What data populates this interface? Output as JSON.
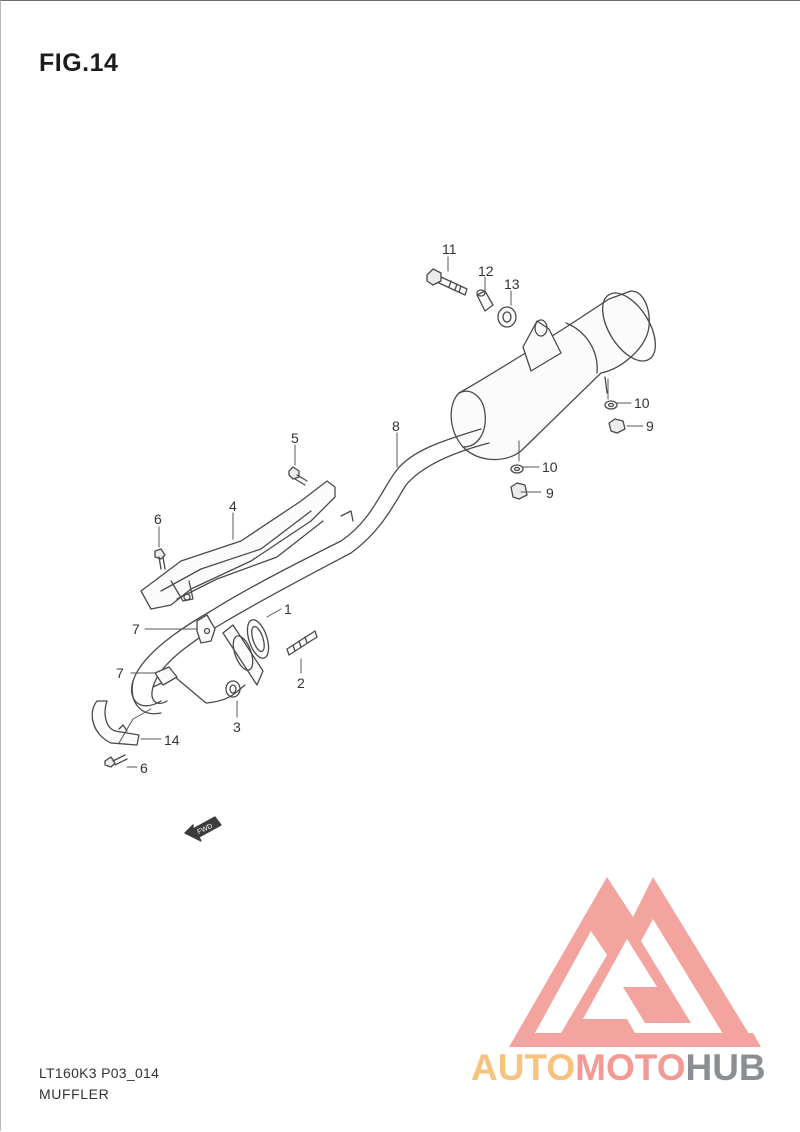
{
  "figure": {
    "title": "FIG.14",
    "model_code": "LT160K3 P03_014",
    "section_name": "MUFFLER",
    "fwd_label": "FWD"
  },
  "callouts": [
    {
      "id": "c1",
      "text": "1"
    },
    {
      "id": "c2",
      "text": "2"
    },
    {
      "id": "c3",
      "text": "3"
    },
    {
      "id": "c4",
      "text": "4"
    },
    {
      "id": "c5",
      "text": "5"
    },
    {
      "id": "c6a",
      "text": "6"
    },
    {
      "id": "c6b",
      "text": "6"
    },
    {
      "id": "c7a",
      "text": "7"
    },
    {
      "id": "c7b",
      "text": "7"
    },
    {
      "id": "c8",
      "text": "8"
    },
    {
      "id": "c9a",
      "text": "9"
    },
    {
      "id": "c9b",
      "text": "9"
    },
    {
      "id": "c10a",
      "text": "10"
    },
    {
      "id": "c10b",
      "text": "10"
    },
    {
      "id": "c11",
      "text": "11"
    },
    {
      "id": "c12",
      "text": "12"
    },
    {
      "id": "c13",
      "text": "13"
    },
    {
      "id": "c14",
      "text": "14"
    }
  ],
  "watermark": {
    "brand_part1": "AUTO",
    "brand_part2": "MOTO",
    "brand_part3": "HUB",
    "colors": {
      "auto": "#f6c37e",
      "moto": "#f39a94",
      "hub": "#8b8f94",
      "logo": "#f39a94"
    }
  }
}
